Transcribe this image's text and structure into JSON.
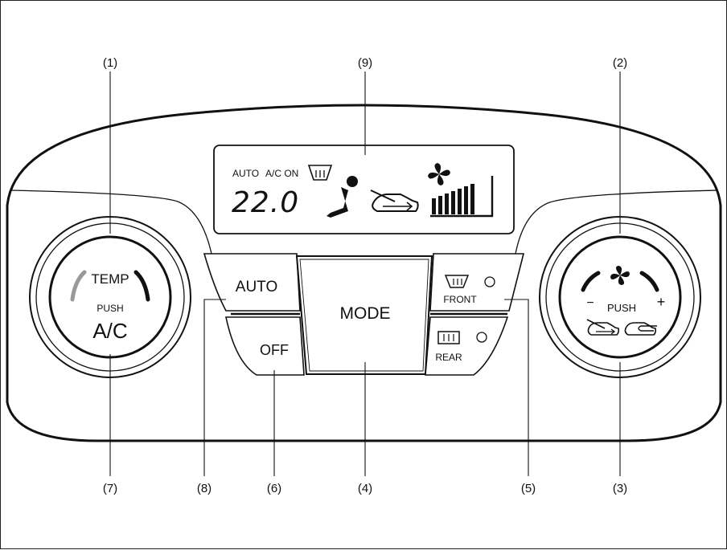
{
  "callouts": {
    "c1": "(1)",
    "c2": "(2)",
    "c3": "(3)",
    "c4": "(4)",
    "c5": "(5)",
    "c6": "(6)",
    "c7": "(7)",
    "c8": "(8)",
    "c9": "(9)"
  },
  "display": {
    "auto": "AUTO",
    "ac_on": "A/C ON",
    "temperature": "22.0"
  },
  "left_knob": {
    "temp": "TEMP",
    "push": "PUSH",
    "ac": "A/C"
  },
  "right_knob": {
    "minus": "−",
    "plus": "+",
    "push": "PUSH"
  },
  "buttons": {
    "auto": "AUTO",
    "off": "OFF",
    "mode": "MODE",
    "front": "FRONT",
    "rear": "REAR"
  }
}
